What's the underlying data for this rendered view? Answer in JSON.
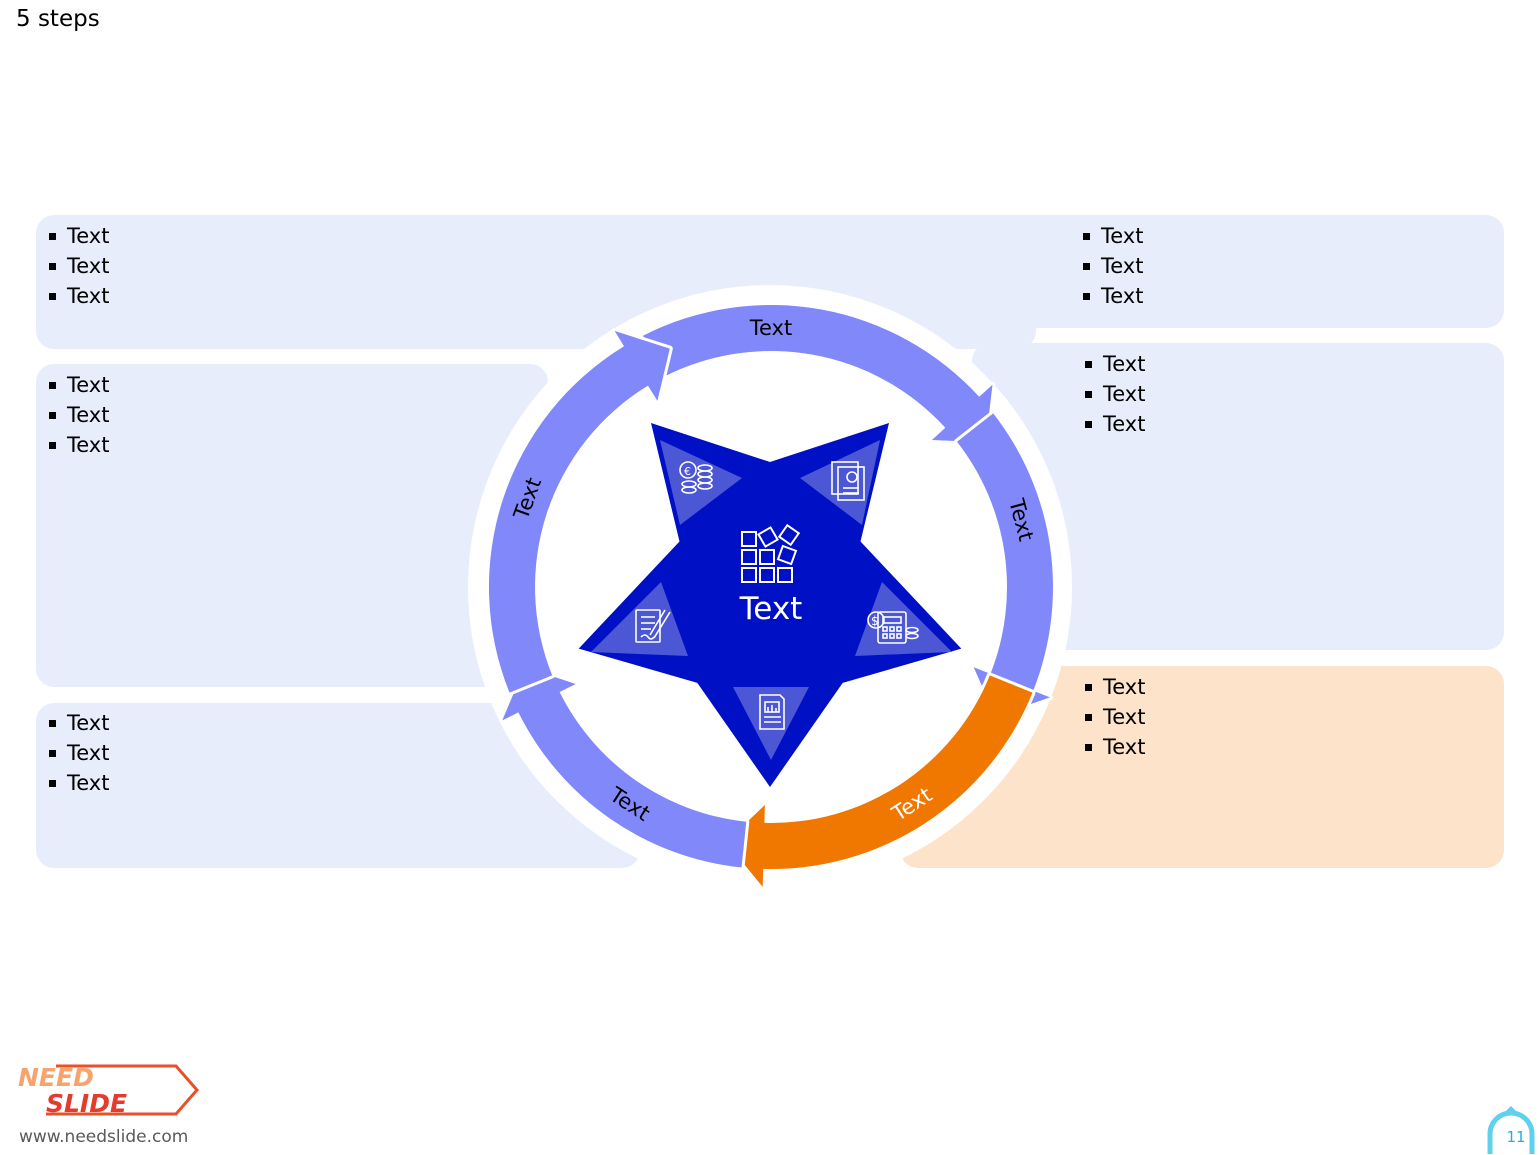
{
  "title": "5 steps",
  "colors": {
    "panel": "#e8edfb",
    "panel_accent": "#fee3cb",
    "ring": "#8088fa",
    "ring_accent": "#f07800",
    "star": "#0010c4"
  },
  "center": {
    "label": "Text",
    "icon": "blocks-icon"
  },
  "arrows": [
    {
      "label": "Text"
    },
    {
      "label": "Text"
    },
    {
      "label": "Text"
    },
    {
      "label": "Text"
    },
    {
      "label": "Text"
    }
  ],
  "star_icons": [
    "euro-coins-icon",
    "report-pages-icon",
    "calculator-coins-icon",
    "chart-document-icon",
    "contract-pen-icon"
  ],
  "panels": [
    {
      "bullets": [
        "Text",
        "Text",
        "Text"
      ]
    },
    {
      "bullets": [
        "Text",
        "Text",
        "Text"
      ]
    },
    {
      "bullets": [
        "Text",
        "Text",
        "Text"
      ]
    },
    {
      "bullets": [
        "Text",
        "Text",
        "Text"
      ]
    },
    {
      "bullets": [
        "Text",
        "Text",
        "Text"
      ]
    }
  ],
  "footer": {
    "logo_text_top": "NEED",
    "logo_text_bottom": "SLIDE",
    "website": "www.needslide.com",
    "page_number": "11"
  }
}
